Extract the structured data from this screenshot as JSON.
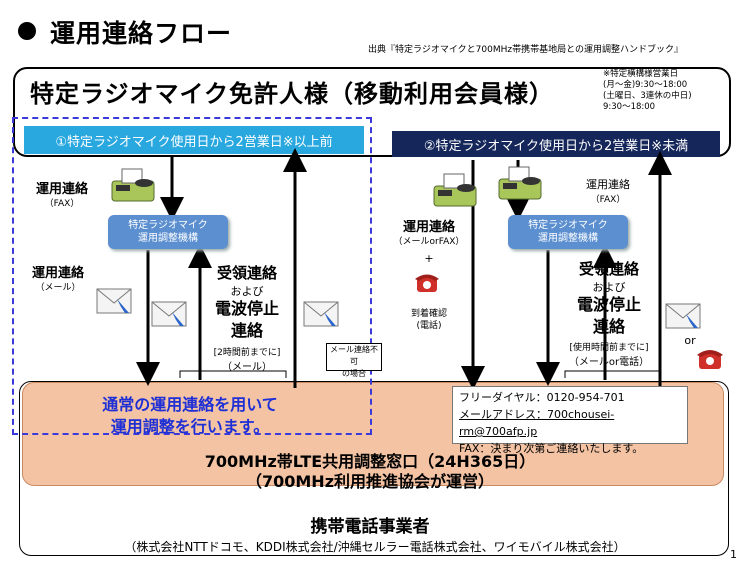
{
  "title": "運用連絡フロー",
  "source": "出典『特定ラジオマイクと700MHz帯携帯基地局との運用調整ハンドブック』",
  "licensee": {
    "title": "特定ラジオマイク免許人様（移動利用会員様）",
    "hours_note": [
      "※特定横構様営業日",
      "(月〜金)9:30〜18:00",
      "(土曜日、3連休の中日)",
      "9:30〜18:00"
    ]
  },
  "tabs": {
    "before": "①特定ラジオマイク使用日から2営業日※以上前",
    "within": "②特定ラジオマイク使用日から2営業日※未満"
  },
  "coordinator": [
    "特定ラジオマイク",
    "運用調整機構"
  ],
  "left_flow": {
    "fax_label": "運用連絡",
    "fax_sub": "（FAX）",
    "mail_label": "運用連絡",
    "mail_sub": "（メール）",
    "receipt": "受領連絡",
    "and": "および",
    "stop_1": "電波停止",
    "stop_2": "連絡",
    "stop_note": "[2時間前までに]",
    "stop_note2": "（メール）",
    "no_contact_1": "メール連絡不可",
    "no_contact_2": "の場合"
  },
  "right_flow": {
    "contact_label": "運用連絡",
    "contact_sub": "（メールorFAX）",
    "plus": "+",
    "phone_confirm_1": "到着確認",
    "phone_confirm_2": "(電話)",
    "fax_label": "運用連絡",
    "fax_sub": "（FAX）",
    "receipt": "受領連絡",
    "and": "および",
    "stop_1": "電波停止",
    "stop_2": "連絡",
    "stop_note": "[使用時間前までに]",
    "stop_note2": "（メールor電話）",
    "or": "or"
  },
  "desk": {
    "blue_note_1": "通常の運用連絡を用いて",
    "blue_note_2": "運用調整を行います。",
    "free_dial": "フリーダイヤル：0120-954-701",
    "email": "メールアドレス：700chousei-rm@700afp.jp",
    "fax": "FAX：決まり次第ご連絡いたします。",
    "title_1": "700MHz帯LTE共用調整窓口（24H365日）",
    "title_2": "（700MHz利用推進協会が運営）"
  },
  "carrier": {
    "title": "携帯電話事業者",
    "list": "（株式会社NTTドコモ、KDDI株式会社/沖縄セルラー電話株式会社、ワイモバイル株式会社）"
  },
  "page_number": "1",
  "colors": {
    "tab_before": "#29a8e0",
    "tab_within": "#15265a",
    "coordinator": "#5b8fd0",
    "desk": "#f3c3a4",
    "note_blue": "#1e2fd6"
  }
}
